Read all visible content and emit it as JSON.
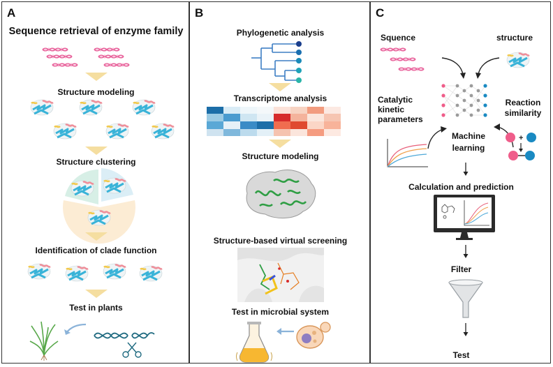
{
  "panel_a": {
    "label": "A",
    "steps": [
      "Sequence retrieval of enzyme family",
      "Structure modeling",
      "Structure clustering",
      "Identification of clade function",
      "Test in plants"
    ]
  },
  "panel_b": {
    "label": "B",
    "steps": [
      "Phylogenetic analysis",
      "Transcriptome analysis",
      "Structure modeling",
      "Structure-based virtual screening",
      "Test in microbial system"
    ]
  },
  "panel_c": {
    "label": "C",
    "inputs": [
      "Squence",
      "structure",
      "Catalytic kinetic parameters",
      "Reaction similarity"
    ],
    "center": "Machine learning",
    "steps": [
      "Calculation and prediction",
      "Filter",
      "Test"
    ]
  },
  "colors": {
    "dna_pink": "#e8609a",
    "protein_cyan": "#39b3d8",
    "protein_pink": "#ef8f9a",
    "protein_yellow": "#f2c94c",
    "chevron": "#f5dea0",
    "cluster_green": "#d7efe6",
    "cluster_blue": "#dbeef6",
    "cluster_cream": "#fcecd4",
    "heat_blue": "#1c6ea8",
    "heat_red": "#d62b2b",
    "plant_green": "#58a84a",
    "dna_teal": "#1f6a80",
    "node_pink": "#ef5d8a",
    "node_blue": "#1a8ac2",
    "monitor": "#2b2b2b"
  },
  "icons": [
    "dna-icon",
    "protein-icon",
    "pie-chart-icon",
    "plant-icon",
    "dna-scissors-icon",
    "phylogenetic-tree-icon",
    "heatmap-icon",
    "protein-surface-icon",
    "docking-icon",
    "flask-icon",
    "yeast-cell-icon",
    "neural-network-icon",
    "kinetic-curve-icon",
    "reaction-icon",
    "monitor-icon",
    "funnel-icon",
    "arrow-icon"
  ]
}
